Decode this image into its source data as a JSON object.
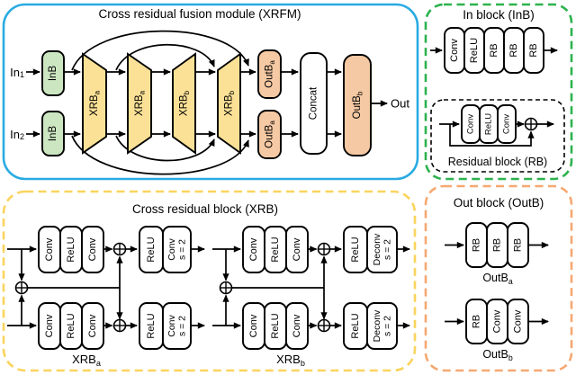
{
  "colors": {
    "panel_xrfm_border": "#29abe2",
    "panel_inb_border": "#2db24e",
    "panel_xrb_border": "#fbd45e",
    "panel_outb_border": "#f5a871",
    "inb_fill": "#cce6c2",
    "xrb_fill": "#fae196",
    "outb_fill": "#f5c9a3",
    "concat_fill": "#ffffff",
    "line": "#000000"
  },
  "xrfm": {
    "title": "Cross residual fusion module (XRFM)",
    "in1": {
      "base": "In",
      "sub": "1"
    },
    "in2": {
      "base": "In",
      "sub": "2"
    },
    "inb": "InB",
    "xrb_a": {
      "base": "XRB",
      "sub": "a"
    },
    "xrb_b": {
      "base": "XRB",
      "sub": "b"
    },
    "outb_a": {
      "base": "OutB",
      "sub": "a"
    },
    "concat": "Concat",
    "outb_b": {
      "base": "OutB",
      "sub": "b"
    },
    "out": "Out"
  },
  "inb_panel": {
    "title": "In block (InB)",
    "blocks": [
      "Conv",
      "ReLU",
      "RB",
      "RB",
      "RB"
    ],
    "rb_sub": {
      "title": "Residual block (RB)",
      "blocks": [
        "Conv",
        "ReLU",
        "Conv"
      ]
    }
  },
  "xrb_panel": {
    "title": "Cross residual block (XRB)",
    "stack": [
      "Conv",
      "ReLU",
      "Conv"
    ],
    "xrb_a": {
      "label": {
        "base": "XRB",
        "sub": "a"
      },
      "relu": "ReLU",
      "resample": {
        "line1": "Conv",
        "line2": "s = 2"
      }
    },
    "xrb_b": {
      "label": {
        "base": "XRB",
        "sub": "b"
      },
      "relu": "ReLU",
      "resample": {
        "line1": "Deconv",
        "line2": "s = 2"
      }
    }
  },
  "outb_panel": {
    "title": "Out block (OutB)",
    "row_a": {
      "blocks": [
        "RB",
        "RB",
        "RB"
      ],
      "label": {
        "base": "OutB",
        "sub": "a"
      }
    },
    "row_b": {
      "blocks": [
        "RB",
        "Conv",
        "Conv"
      ],
      "label": {
        "base": "OutB",
        "sub": "b"
      }
    }
  }
}
